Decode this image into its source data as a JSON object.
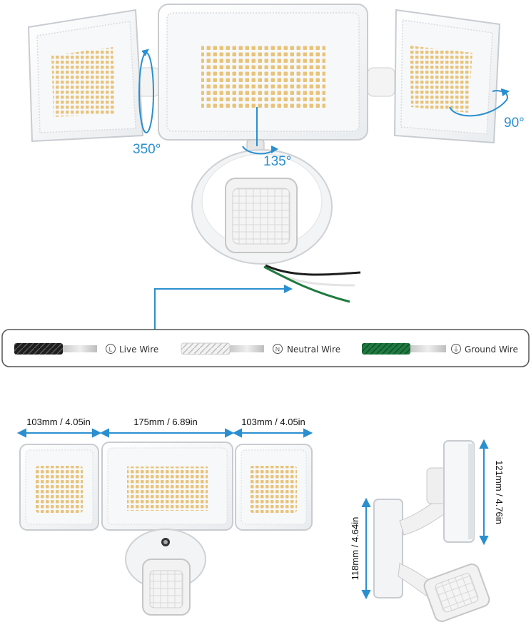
{
  "rotation": {
    "left_angle": "350°",
    "center_angle": "135°",
    "right_angle": "90°"
  },
  "wires": [
    {
      "symbol": "L",
      "label": "Live Wire",
      "color": "#1e1e1e"
    },
    {
      "symbol": "N",
      "label": "Neutral Wire",
      "color": "#e6e6e6"
    },
    {
      "symbol": "⏚",
      "label": "Ground Wire",
      "color": "#1f7a3f"
    }
  ],
  "dimensions": {
    "left_width": "103mm / 4.05in",
    "center_width": "175mm / 6.89in",
    "right_width": "103mm / 4.05in",
    "side_height_total": "121mm / 4.76in",
    "side_height_mount": "118mm / 4.64in"
  },
  "colors": {
    "accent": "#2a8fd0",
    "led": "#e8c37a"
  }
}
